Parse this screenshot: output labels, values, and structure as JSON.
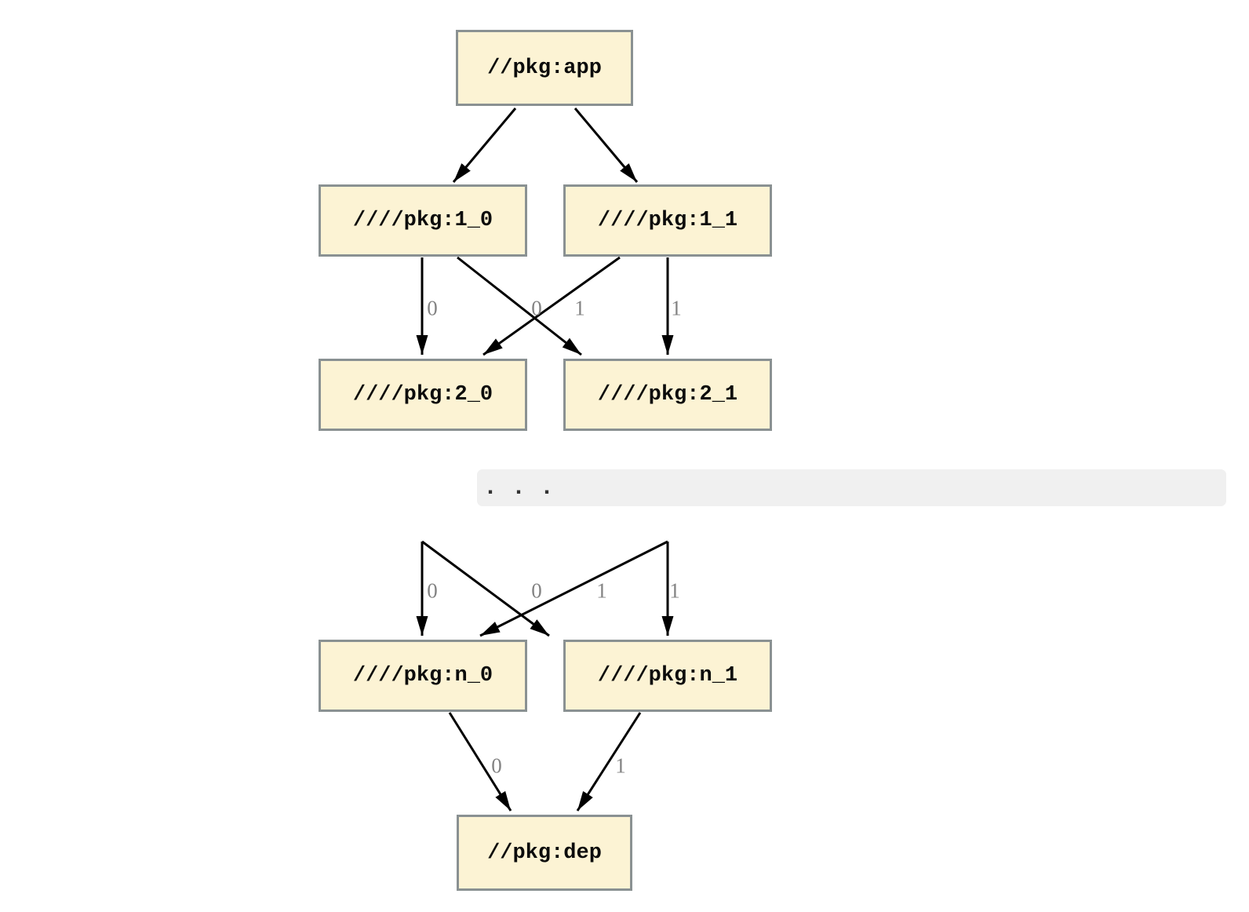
{
  "diagram": {
    "colors": {
      "background": "#ffffff",
      "node_fill": "#fcf3d4",
      "node_border": "#8a9192",
      "edge": "#000000",
      "edge_label": "#838383",
      "ellipsis_band_bg": "#f0f0f0"
    },
    "nodes": {
      "app": {
        "label": "//pkg:app"
      },
      "lvl1_0": {
        "label": "////pkg:1_0"
      },
      "lvl1_1": {
        "label": "////pkg:1_1"
      },
      "lvl2_0": {
        "label": "////pkg:2_0"
      },
      "lvl2_1": {
        "label": "////pkg:2_1"
      },
      "lvln_0": {
        "label": "////pkg:n_0"
      },
      "lvln_1": {
        "label": "////pkg:n_1"
      },
      "dep": {
        "label": "//pkg:dep"
      }
    },
    "ellipsis_row": {
      "text": ". . ."
    },
    "edges": [
      {
        "from": "//pkg:app",
        "to": "////pkg:1_0",
        "label": ""
      },
      {
        "from": "//pkg:app",
        "to": "////pkg:1_1",
        "label": ""
      },
      {
        "from": "////pkg:1_0",
        "to": "////pkg:2_0",
        "label": "0"
      },
      {
        "from": "////pkg:1_0",
        "to": "////pkg:2_1",
        "label": "1"
      },
      {
        "from": "////pkg:1_1",
        "to": "////pkg:2_0",
        "label": "0"
      },
      {
        "from": "////pkg:1_1",
        "to": "////pkg:2_1",
        "label": "1"
      },
      {
        "from": "",
        "to": "////pkg:n_0",
        "label": "0"
      },
      {
        "from": "",
        "to": "////pkg:n_1",
        "label": "1"
      },
      {
        "from": "",
        "to": "////pkg:n_0",
        "label": "0"
      },
      {
        "from": "",
        "to": "////pkg:n_1",
        "label": "1"
      },
      {
        "from": "////pkg:n_0",
        "to": "//pkg:dep",
        "label": "0"
      },
      {
        "from": "////pkg:n_1",
        "to": "//pkg:dep",
        "label": "1"
      }
    ]
  }
}
